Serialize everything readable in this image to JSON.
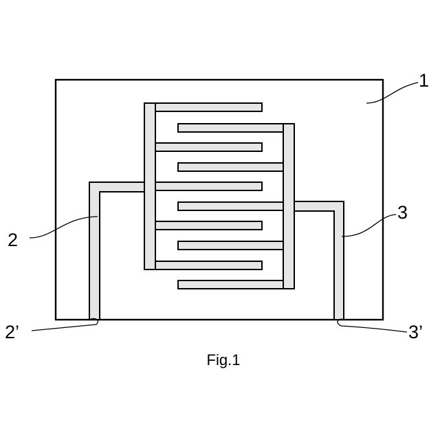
{
  "labels": {
    "substrate": "1",
    "electrode_a": "2",
    "electrode_b": "3",
    "terminal_a": "2’",
    "terminal_b": "3’"
  },
  "caption": "Fig.1",
  "colors": {
    "line": "#000000",
    "trace_fill": "#e6e6e6",
    "background": "#ffffff"
  }
}
